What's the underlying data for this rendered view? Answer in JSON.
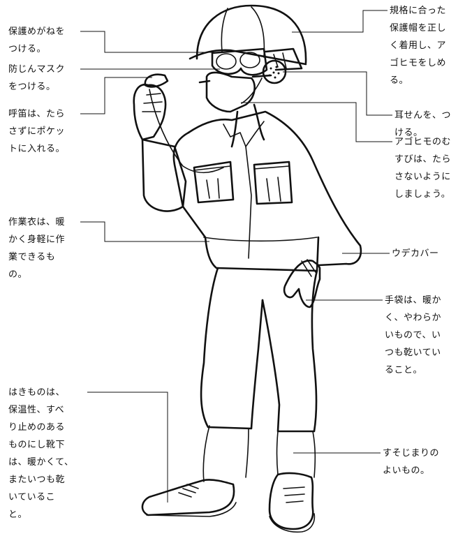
{
  "labels": {
    "goggles": "保護めがねを\nつける。",
    "mask": "防じんマスク\nをつける。",
    "whistle": "呼笛は、たら\nさずにポケッ\nトに入れる。",
    "clothes": "作業衣は、暖\nかく身軽に作\n業できるも\nの。",
    "footwear": "はきものは、\n保温性、すべ\nり止めのある\nものにし靴下\nは、暖かくて、\nまたいつも乾\nいているこ\nと。",
    "helmet": "規格に合った\n保護帽を正し\nく着用し、ア\nゴヒモをしめ\nる。",
    "earplug": "耳せんを、つ\nける。",
    "chinstrap": "アゴヒモのむ\nすびは、たら\nさないように\nしましょう。",
    "armcover": "ウデカバー",
    "gloves": "手袋は、暖か\nく、やわらか\nいもので、い\nつも乾いてい\nること。",
    "gaiters": "すそじまりの\nよいもの。"
  }
}
